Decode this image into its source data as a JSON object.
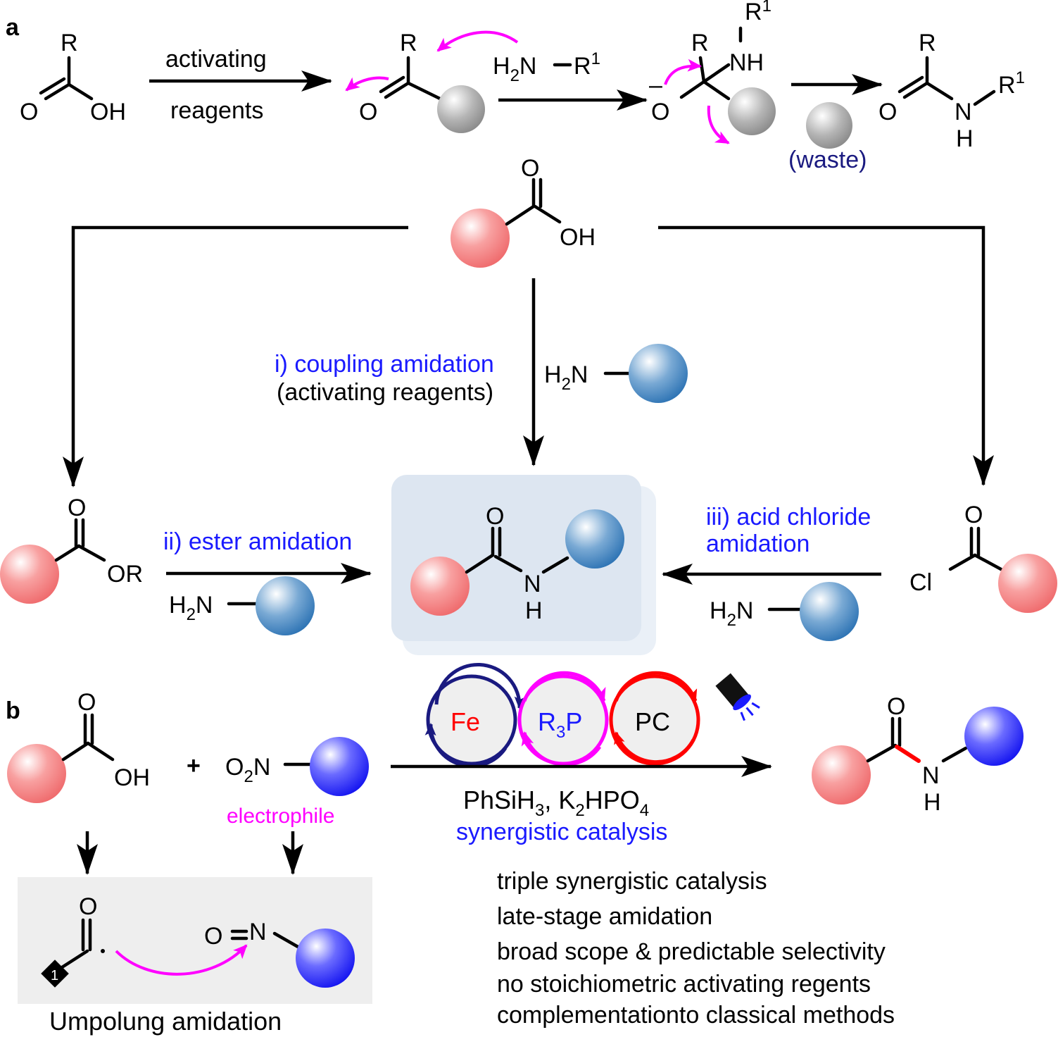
{
  "panels": {
    "a": "a",
    "b": "b"
  },
  "scheme_a": {
    "step1_top": "activating",
    "step1_bottom": "reagents",
    "amine": {
      "h": "H",
      "sub2": "2",
      "n": "N",
      "r": "R",
      "sup1": "1"
    },
    "atoms": {
      "R": "R",
      "O": "O",
      "OH": "OH",
      "NH": "NH",
      "N": "N",
      "H": "H",
      "minus": "–",
      "sup1": "1"
    },
    "waste": "(waste)",
    "route_i_title": "i) coupling amidation",
    "route_i_sub": "(activating reagents)",
    "route_ii_title": "ii) ester amidation",
    "route_ii_ester": "OR",
    "route_iii_line1": "iii) acid chloride",
    "route_iii_line2": "amidation",
    "chloride": "Cl",
    "h2n": {
      "h": "H",
      "sub2": "2",
      "n": "N"
    }
  },
  "scheme_b": {
    "plus": "+",
    "nitro": {
      "o": "O",
      "sub2": "2",
      "n": "N"
    },
    "electrophile": "electrophile",
    "cat_fe": "Fe",
    "cat_r3p": {
      "r": "R",
      "sub3": "3",
      "p": "P"
    },
    "cat_pc": "PC",
    "reagents": {
      "a": "PhSiH",
      "sub3": "3",
      "b": ", K",
      "sub2": "2",
      "c": "HPO",
      "sub4": "4"
    },
    "conditions": "synergistic catalysis",
    "nitroso": {
      "o": "O",
      "n": "N"
    },
    "umpolung_badge": "1",
    "umpolung_caption": "Umpolung amidation",
    "features": [
      "triple synergistic catalysis",
      "late-stage amidation",
      "broad scope & predictable selectivity",
      "no stoichiometric activating regents",
      "complementationto classical methods"
    ]
  },
  "colors": {
    "ball_grey": "#a8a8a8",
    "ball_pink": "#f4787a",
    "ball_teal_blue": "#1f6fb0",
    "ball_blue": "#2020ff",
    "highlight_bg": "#dde6f1",
    "umpolung_bg": "#eeeeee",
    "magenta": "#ff00ff",
    "route_blue": "#1a1aff",
    "navy": "#1a1a80",
    "red": "#ff0000"
  }
}
